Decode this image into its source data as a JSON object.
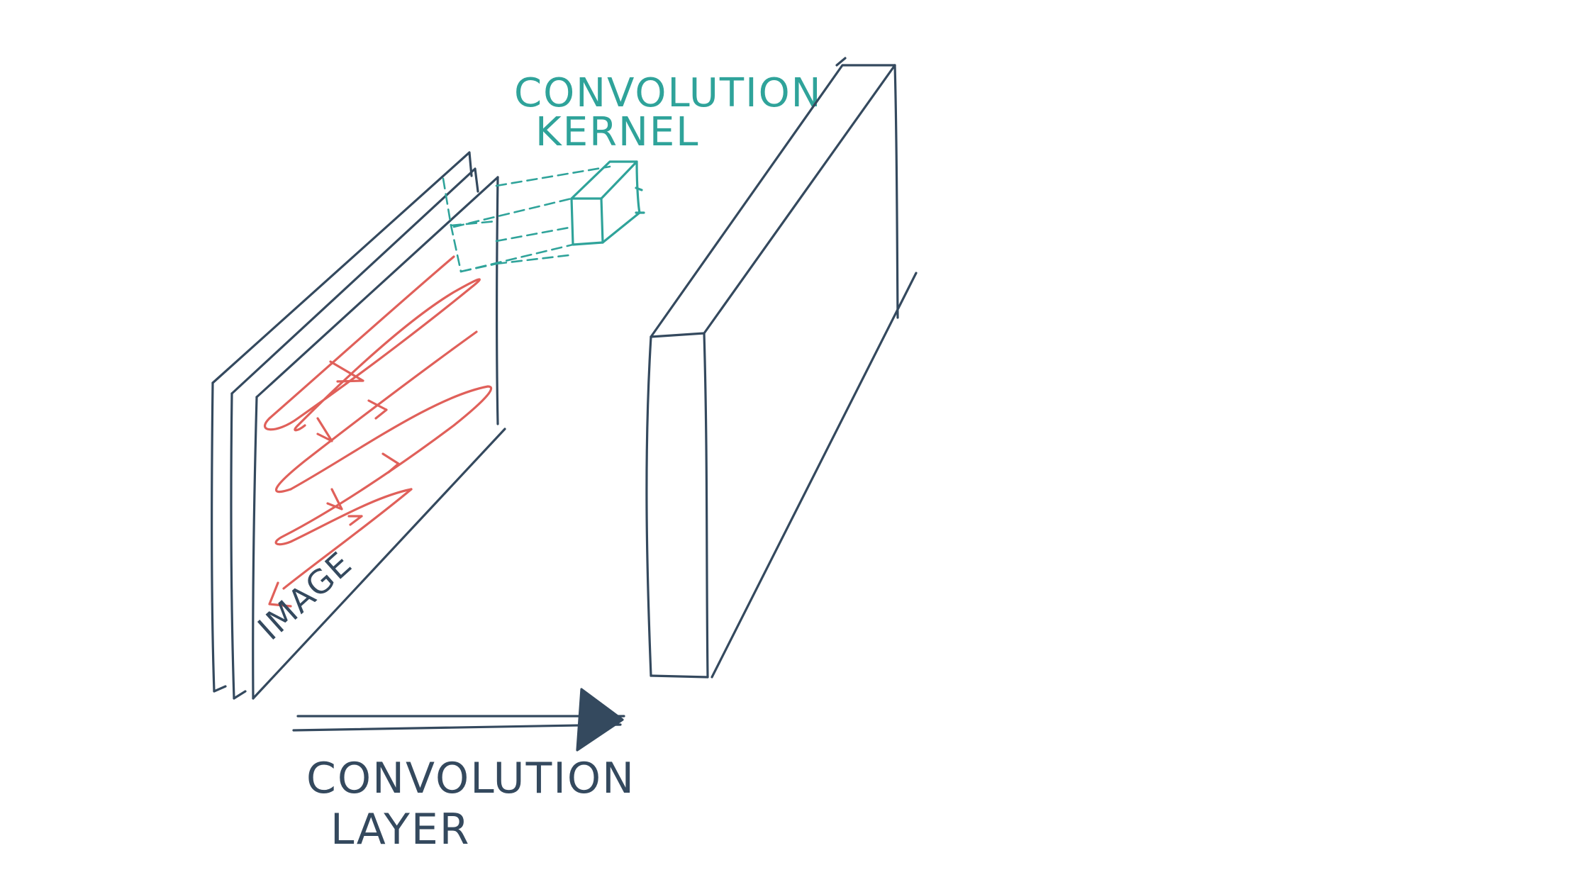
{
  "labels": {
    "kernel_line1": "CONVOLUTION",
    "kernel_line2": "KERNEL",
    "layer_line1": "CONVOLUTION",
    "layer_line2": "LAYER",
    "image": "IMAGE"
  },
  "colors": {
    "ink": "#34495e",
    "kernel": "#2fa39a",
    "scan_path": "#e0605a",
    "background": "#ffffff"
  }
}
